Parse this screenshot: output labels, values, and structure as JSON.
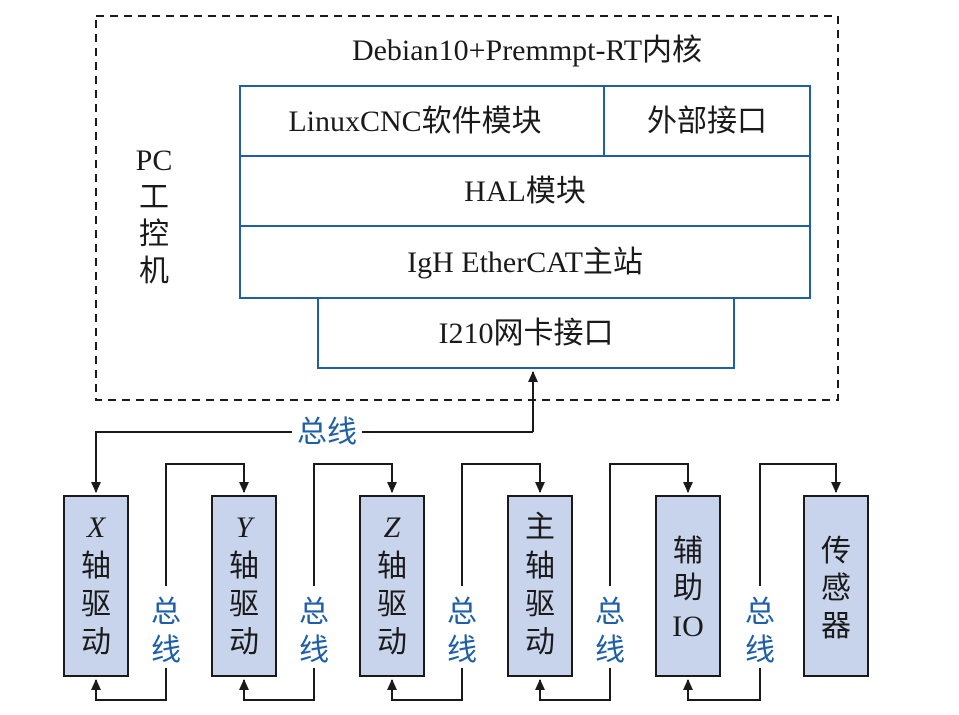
{
  "pc": {
    "label_lines": [
      "PC",
      "工",
      "控",
      "机"
    ],
    "kernel_title": "Debian10+Premmpt-RT内核"
  },
  "stack": {
    "linuxcnc": "LinuxCNC软件模块",
    "external": "外部接口",
    "hal": "HAL模块",
    "igh": "IgH EtherCAT主站",
    "nic": "I210网卡接口"
  },
  "bus_label": "总线",
  "bus_label_chars": [
    "总",
    "线"
  ],
  "nodes": [
    {
      "id": "x-axis",
      "lines": [
        "X",
        "轴",
        "驱",
        "动"
      ],
      "italic_first": true
    },
    {
      "id": "y-axis",
      "lines": [
        "Y",
        "轴",
        "驱",
        "动"
      ],
      "italic_first": true
    },
    {
      "id": "z-axis",
      "lines": [
        "Z",
        "轴",
        "驱",
        "动"
      ],
      "italic_first": true
    },
    {
      "id": "spindle",
      "lines": [
        "主",
        "轴",
        "驱",
        "动"
      ],
      "italic_first": false
    },
    {
      "id": "aux-io",
      "lines": [
        "辅",
        "助",
        "IO"
      ],
      "italic_first": false
    },
    {
      "id": "sensor",
      "lines": [
        "传",
        "感",
        "器"
      ],
      "italic_first": false
    }
  ],
  "colors": {
    "box_stroke": "#1f5fa8",
    "node_fill": "#c8d4ec",
    "bus_text": "#1f5fa8",
    "line": "#1a1a1a"
  }
}
